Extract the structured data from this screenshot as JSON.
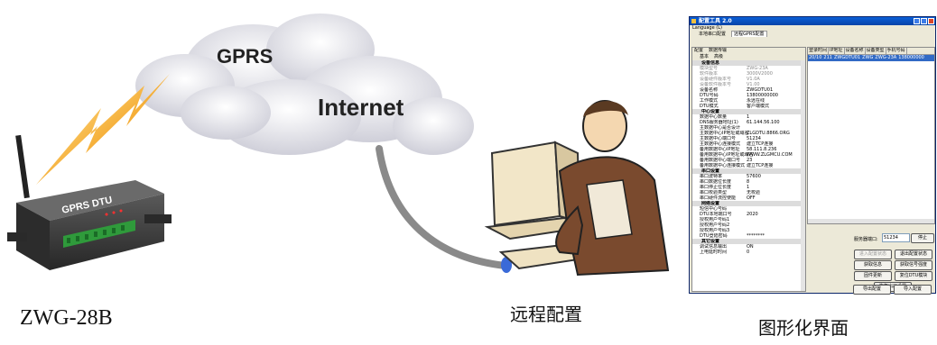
{
  "labels": {
    "gprs": "GPRS",
    "internet": "Internet",
    "device_caption": "ZWG-28B",
    "remote_caption": "远程配置",
    "gui_caption": "图形化界面",
    "device_model_text": "GPRS DTU"
  },
  "window": {
    "title": "配置工具 2.0",
    "menu": "Language (L)",
    "top_tabs": [
      "本地串口配置",
      "远程GPRS配置"
    ],
    "sub_tabs": [
      "配置",
      "数据传输"
    ],
    "sub_sub_tabs": [
      "基本",
      "高级"
    ],
    "properties": [
      {
        "section": true,
        "key": "设备信息"
      },
      {
        "key": "模块型号",
        "value": "ZWG-23A",
        "gray": true
      },
      {
        "key": "软件版本",
        "value": "3000V2000",
        "gray": true
      },
      {
        "key": "设备硬件版本号",
        "value": "V1.0A",
        "gray": true
      },
      {
        "key": "设备软件版本号",
        "value": "V1.00",
        "gray": true
      },
      {
        "key": "设备名称",
        "value": "ZWGDTU01"
      },
      {
        "key": "DTU号码",
        "value": "13800000000"
      },
      {
        "key": "工作模式",
        "value": "永远在线"
      },
      {
        "key": "DTU模式",
        "value": "客户端模式"
      },
      {
        "section": true,
        "key": "中心设置"
      },
      {
        "key": "数据中心数量",
        "value": "1"
      },
      {
        "key": "DNS服务器地址(1)",
        "value": "61.144.56.100"
      },
      {
        "key": "主数据中心是否设计",
        "value": ""
      },
      {
        "key": "主数据中心IP地址或域名",
        "value": "ZLGDTU.8866.ORG"
      },
      {
        "key": "主数据中心端口号",
        "value": "51234"
      },
      {
        "key": "主数据中心连接模式",
        "value": "建立TCP连接"
      },
      {
        "key": "备用数据中心IP地址",
        "value": "58.111.8.236"
      },
      {
        "key": "备用数据中心IP地址或域名",
        "value": "WWW.ZLGMCU.COM"
      },
      {
        "key": "备用数据中心端口号",
        "value": "23"
      },
      {
        "key": "备用数据中心连接模式",
        "value": "建立TCP连接"
      },
      {
        "section": true,
        "key": "串口设置"
      },
      {
        "key": "串口波特率",
        "value": "57600"
      },
      {
        "key": "串口数据位长度",
        "value": "8"
      },
      {
        "key": "串口停止位长度",
        "value": "1"
      },
      {
        "key": "串口校验类型",
        "value": "无校验"
      },
      {
        "key": "串口硬件流控使能",
        "value": "OFF"
      },
      {
        "section": true,
        "key": "网络设置"
      },
      {
        "key": "短信中心号码",
        "value": ""
      },
      {
        "key": "DTU本地端口号",
        "value": "2020"
      },
      {
        "key": "授权用户号码1",
        "value": ""
      },
      {
        "key": "授权用户号码2",
        "value": ""
      },
      {
        "key": "授权用户号码3",
        "value": ""
      },
      {
        "key": "DTU登陆密码",
        "value": "********"
      },
      {
        "section": true,
        "key": "其它设置"
      },
      {
        "key": "调试信息输出",
        "value": "ON"
      },
      {
        "key": "上电延时时间",
        "value": "0"
      }
    ],
    "grid_headers": [
      "登录时间",
      "IP地址",
      "设备名称",
      "设备类型",
      "手机号码"
    ],
    "grid_row": [
      "20/10",
      "211",
      "ZWGDTU01",
      "ZWG",
      "ZWG-23A",
      "138000000"
    ],
    "port_label": "服务器端口:",
    "port_value": "51234",
    "buttons": {
      "stop": "停止",
      "enter_config": "进入配置状态",
      "exit_config": "退出配置状态",
      "get_info": "获取信息",
      "get_signal": "获取信号强度",
      "reset": "复位DTU模块",
      "firmware_update": "固件更新",
      "restore_factory": "恢复出厂设置",
      "import_config": "导出配置",
      "export_config": "导入配置"
    }
  },
  "colors": {
    "lightning": "#f4a320",
    "cable": "#8a8a8a",
    "cloud": "#e2e2ea",
    "device_body": "#3a3a3a",
    "terminal_green": "#2f9a3b",
    "titlebar": "#0a5fd8"
  }
}
